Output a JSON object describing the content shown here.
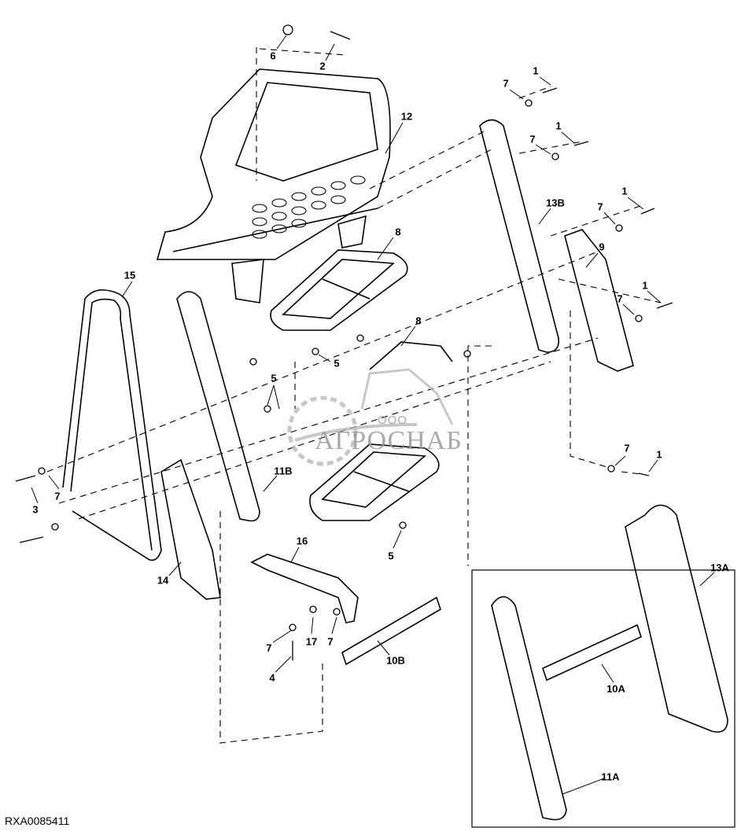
{
  "diagram_code": "RXA0085411",
  "watermark": {
    "prefix": "ООО",
    "name": "АГРОСНАБ"
  },
  "callouts": [
    {
      "id": "c6",
      "text": "6"
    },
    {
      "id": "c2",
      "text": "2"
    },
    {
      "id": "c12",
      "text": "12"
    },
    {
      "id": "c1a",
      "text": "1"
    },
    {
      "id": "c7a",
      "text": "7"
    },
    {
      "id": "c7b",
      "text": "7"
    },
    {
      "id": "c1b",
      "text": "1"
    },
    {
      "id": "c13b",
      "text": "13B"
    },
    {
      "id": "c1c",
      "text": "1"
    },
    {
      "id": "c7c",
      "text": "7"
    },
    {
      "id": "c9",
      "text": "9"
    },
    {
      "id": "c1d",
      "text": "1"
    },
    {
      "id": "c7d",
      "text": "7"
    },
    {
      "id": "c8a",
      "text": "8"
    },
    {
      "id": "c8b",
      "text": "8"
    },
    {
      "id": "c15",
      "text": "15"
    },
    {
      "id": "c5a",
      "text": "5"
    },
    {
      "id": "c5b",
      "text": "5"
    },
    {
      "id": "c11b",
      "text": "11B"
    },
    {
      "id": "c3",
      "text": "3"
    },
    {
      "id": "c7e",
      "text": "7"
    },
    {
      "id": "c14",
      "text": "14"
    },
    {
      "id": "c16",
      "text": "16"
    },
    {
      "id": "c5c",
      "text": "5"
    },
    {
      "id": "c7f",
      "text": "7"
    },
    {
      "id": "c17",
      "text": "17"
    },
    {
      "id": "c7g",
      "text": "7"
    },
    {
      "id": "c4",
      "text": "4"
    },
    {
      "id": "c10b",
      "text": "10B"
    },
    {
      "id": "c7h",
      "text": "7"
    },
    {
      "id": "c1e",
      "text": "1"
    },
    {
      "id": "c13a",
      "text": "13A"
    },
    {
      "id": "c10a",
      "text": "10A"
    },
    {
      "id": "c11a",
      "text": "11A"
    }
  ]
}
